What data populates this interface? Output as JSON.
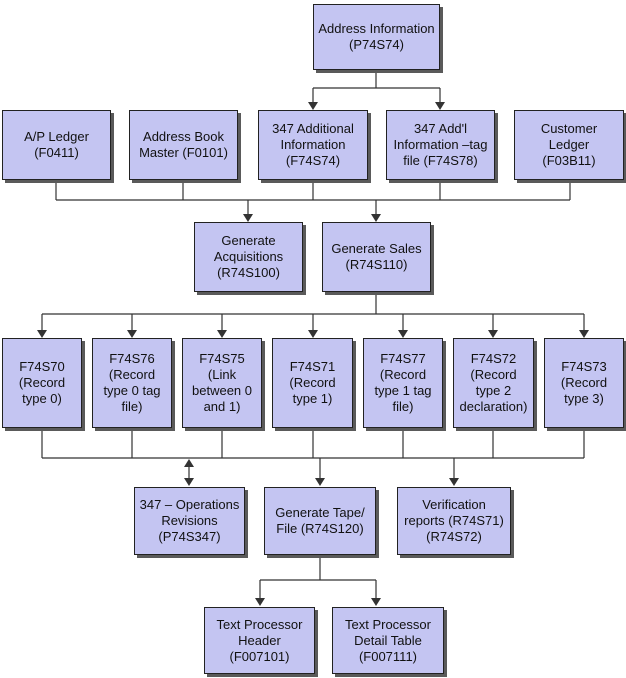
{
  "nodes": [
    {
      "id": "address_information",
      "label": "Address Information\n(P74S74)"
    },
    {
      "id": "ap_ledger",
      "label": "A/P Ledger\n(F0411)"
    },
    {
      "id": "address_book_master",
      "label": "Address Book\nMaster (F0101)"
    },
    {
      "id": "additional_information_347",
      "label": "347 Additional\nInformation\n(F74S74)"
    },
    {
      "id": "addl_information_tag_file_347",
      "label": "347 Add'l\nInformation –tag\nfile (F74S78)"
    },
    {
      "id": "customer_ledger",
      "label": "Customer\nLedger\n(F03B11)"
    },
    {
      "id": "generate_acquisitions",
      "label": "Generate\nAcquisitions\n(R74S100)"
    },
    {
      "id": "generate_sales",
      "label": "Generate Sales\n(R74S110)"
    },
    {
      "id": "f74s70",
      "label": "F74S70\n(Record\ntype 0)"
    },
    {
      "id": "f74s76",
      "label": "F74S76\n(Record\ntype 0 tag\nfile)"
    },
    {
      "id": "f74s75",
      "label": "F74S75\n(Link\nbetween 0\nand 1)"
    },
    {
      "id": "f74s71",
      "label": "F74S71\n(Record\ntype 1)"
    },
    {
      "id": "f74s77",
      "label": "F74S77\n(Record\ntype 1 tag\nfile)"
    },
    {
      "id": "f74s72",
      "label": "F74S72\n(Record\ntype 2\ndeclaration)"
    },
    {
      "id": "f74s73",
      "label": "F74S73\n(Record\ntype 3)"
    },
    {
      "id": "operations_revisions_347",
      "label": "347 – Operations\nRevisions\n(P74S347)"
    },
    {
      "id": "generate_tape_file",
      "label": "Generate Tape/\nFile (R74S120)"
    },
    {
      "id": "verification_reports",
      "label": "Verification\nreports (R74S71)\n(R74S72)"
    },
    {
      "id": "text_processor_header",
      "label": "Text Processor\nHeader\n(F007101)"
    },
    {
      "id": "text_processor_detail_table",
      "label": "Text Processor\nDetail Table\n(F007111)"
    }
  ],
  "colors": {
    "box_fill": "#c4c5f2",
    "box_border": "#222222",
    "shadow": "#5a5a5a",
    "line": "#333333"
  }
}
